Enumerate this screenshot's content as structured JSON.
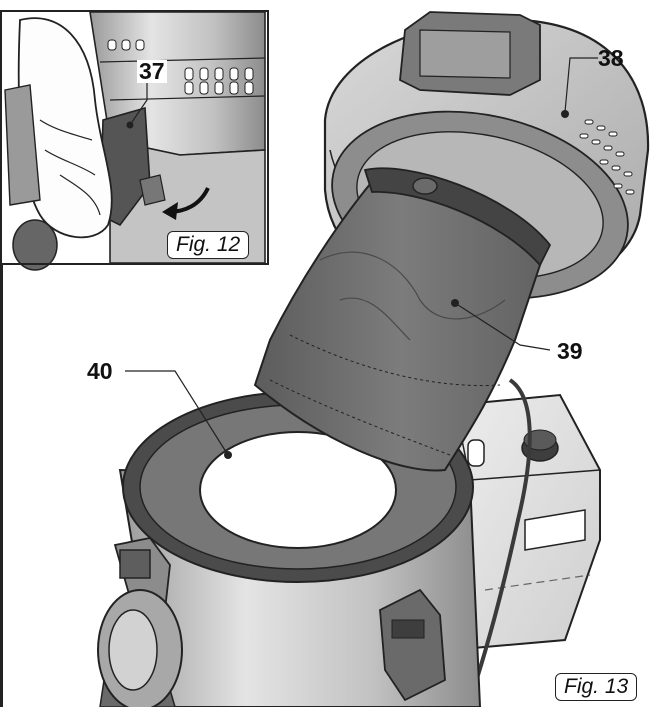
{
  "callouts": {
    "part_37": "37",
    "part_38": "38",
    "part_39": "39",
    "part_40": "40"
  },
  "figures": {
    "fig12": "Fig. 12",
    "fig13": "Fig. 13"
  },
  "colors": {
    "outline": "#222222",
    "metal_light": "#d6d6d6",
    "metal_mid": "#b3b3b3",
    "metal_dark": "#8e8e8e",
    "bag_fabric": "#6f6f6f",
    "rubber": "#5a5a5a"
  }
}
